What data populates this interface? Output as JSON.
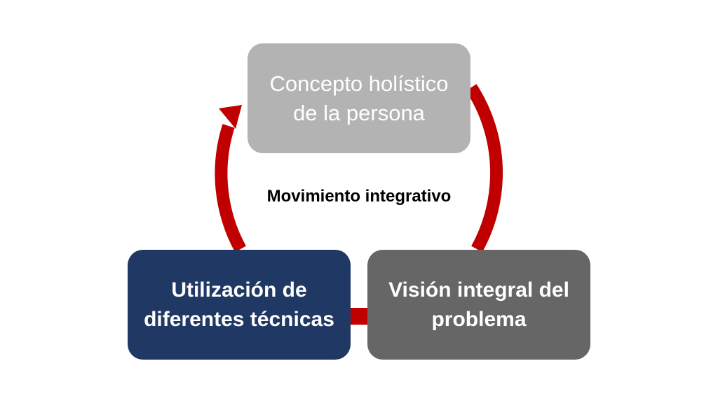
{
  "diagram": {
    "center_label": "Movimiento integrativo",
    "nodes": {
      "top": "Concepto holístico de la persona",
      "left": "Utilización de diferentes técnicas",
      "right": "Visión integral del problema"
    },
    "colors": {
      "arrow": "#c00000",
      "top_box": "#b3b3b3",
      "left_box": "#1f3864",
      "right_box": "#666666",
      "box_text": "#ffffff",
      "label_text": "#000000"
    }
  }
}
